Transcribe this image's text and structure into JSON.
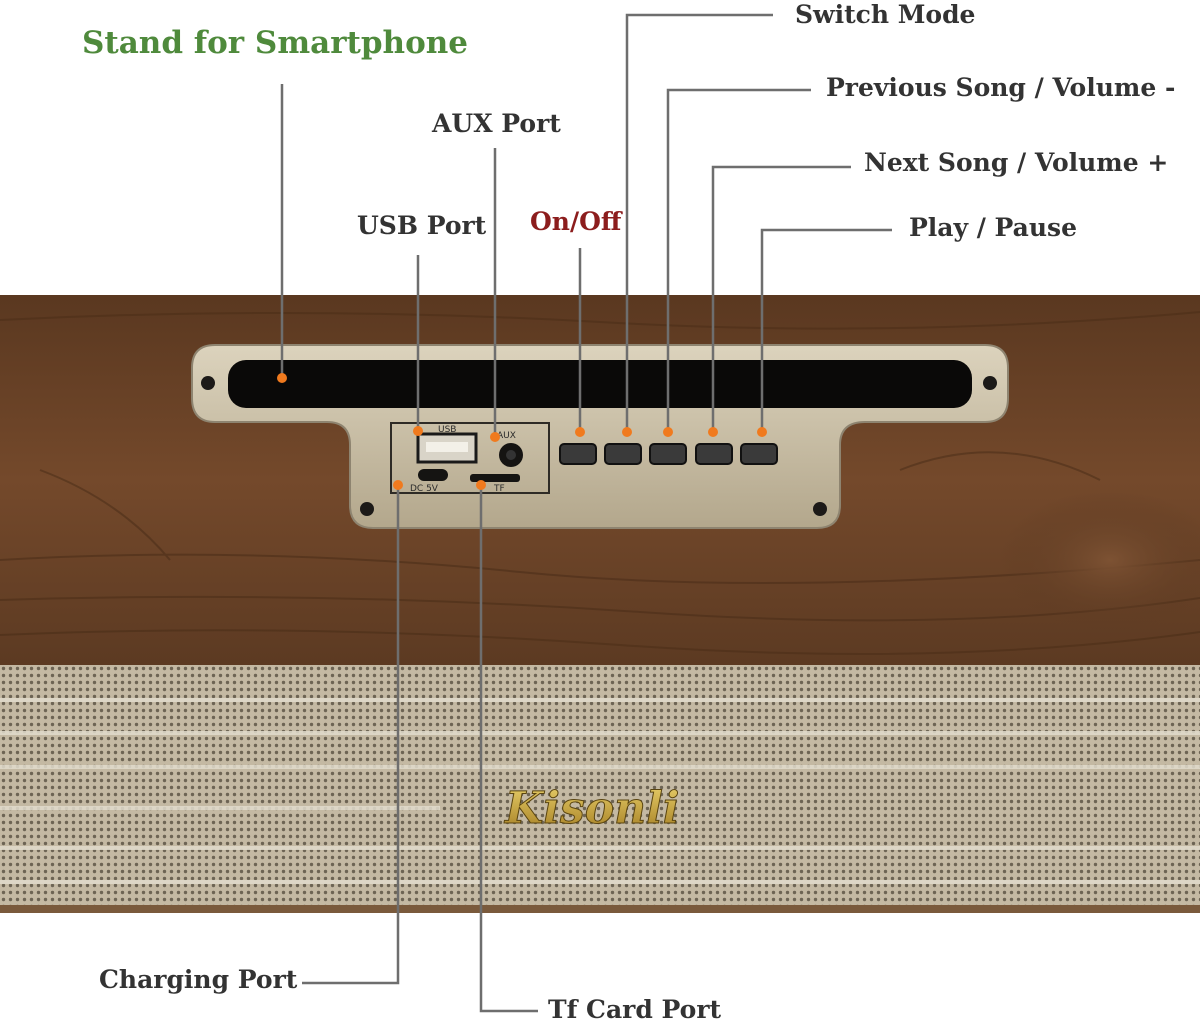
{
  "labels": {
    "stand": "Stand for Smartphone",
    "aux": "AUX Port",
    "usb": "USB Port",
    "onoff": "On/Off",
    "switch_mode": "Switch Mode",
    "previous": "Previous Song / Volume -",
    "next": "Next Song / Volume +",
    "play": "Play / Pause",
    "charging": "Charging Port",
    "tf": "Tf Card Port"
  },
  "panel_marks": {
    "usb": "USB",
    "aux": "AUX",
    "dc": "DC  5V",
    "tf": "TF"
  },
  "brand": "Kisonli",
  "colors": {
    "wood": "#6b4428",
    "wood_dark": "#3e2414",
    "metal": "#c8bda4",
    "grille": "#b9ae98",
    "leader": "#6e6e6e",
    "dot": "#f07a1e",
    "green_label": "#4f8a3c",
    "red_label": "#8c1d1d",
    "brand_gold": "#c9a640"
  }
}
